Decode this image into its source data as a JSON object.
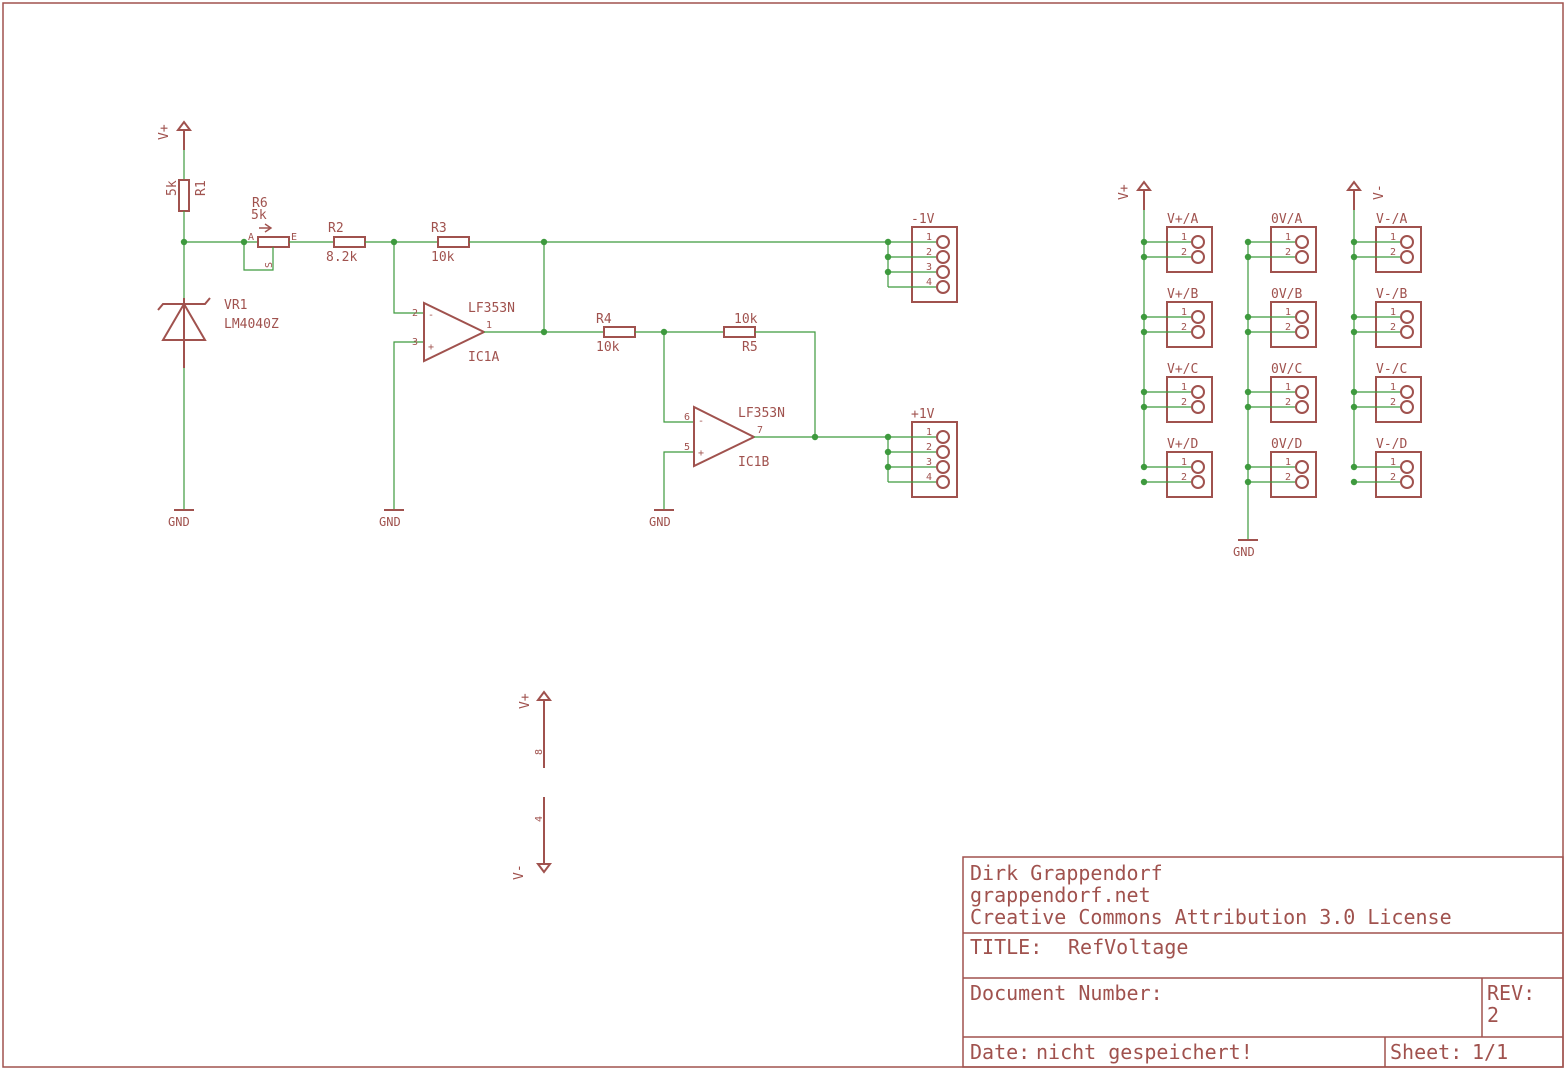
{
  "supply": {
    "vplus": "V+",
    "vminus": "V-",
    "gnd": "GND"
  },
  "r1": {
    "name": "R1",
    "value": "5k"
  },
  "r6": {
    "name": "R6",
    "value": "5k",
    "pin_a": "A",
    "pin_e": "E",
    "pin_s": "S"
  },
  "r2": {
    "name": "R2",
    "value": "8.2k"
  },
  "r3": {
    "name": "R3",
    "value": "10k"
  },
  "r4": {
    "name": "R4",
    "value": "10k"
  },
  "r5": {
    "name": "R5",
    "value": "10k"
  },
  "vr1": {
    "name": "VR1",
    "value": "LM4040Z"
  },
  "ic1a": {
    "name": "IC1A",
    "value": "LF353N",
    "pin_out": "1",
    "pin_inv": "2",
    "pin_noninv": "3"
  },
  "ic1b": {
    "name": "IC1B",
    "value": "LF353N",
    "pin_out": "7",
    "pin_inv": "6",
    "pin_noninv": "5"
  },
  "minus": "-",
  "plus": "+",
  "conn_neg": {
    "name": "-1V",
    "pins": [
      "1",
      "2",
      "3",
      "4"
    ]
  },
  "conn_pos": {
    "name": "+1V",
    "pins": [
      "1",
      "2",
      "3",
      "4"
    ]
  },
  "power_conns": [
    {
      "name": "V+/A",
      "pins": [
        "1",
        "2"
      ]
    },
    {
      "name": "V+/B",
      "pins": [
        "1",
        "2"
      ]
    },
    {
      "name": "V+/C",
      "pins": [
        "1",
        "2"
      ]
    },
    {
      "name": "V+/D",
      "pins": [
        "1",
        "2"
      ]
    },
    {
      "name": "0V/A",
      "pins": [
        "1",
        "2"
      ]
    },
    {
      "name": "0V/B",
      "pins": [
        "1",
        "2"
      ]
    },
    {
      "name": "0V/C",
      "pins": [
        "1",
        "2"
      ]
    },
    {
      "name": "0V/D",
      "pins": [
        "1",
        "2"
      ]
    },
    {
      "name": "V-/A",
      "pins": [
        "1",
        "2"
      ]
    },
    {
      "name": "V-/B",
      "pins": [
        "1",
        "2"
      ]
    },
    {
      "name": "V-/C",
      "pins": [
        "1",
        "2"
      ]
    },
    {
      "name": "V-/D",
      "pins": [
        "1",
        "2"
      ]
    }
  ],
  "ic_power": {
    "pin_vplus": "8",
    "pin_vminus": "4"
  },
  "titleblock": {
    "author": "Dirk Grappendorf",
    "website": "grappendorf.net",
    "license": "Creative Commons Attribution 3.0 License",
    "title_label": "TITLE:",
    "title_value": "RefVoltage",
    "docnum_label": "Document Number:",
    "rev_label": "REV:",
    "rev_value": "2",
    "date_label": "Date:",
    "date_value": "nicht gespeichert!",
    "sheet_label": "Sheet:",
    "sheet_value": "1/1"
  },
  "colors": {
    "symbol": "#a0524e",
    "wire": "#3e9a3e",
    "background": "#ffffff"
  }
}
